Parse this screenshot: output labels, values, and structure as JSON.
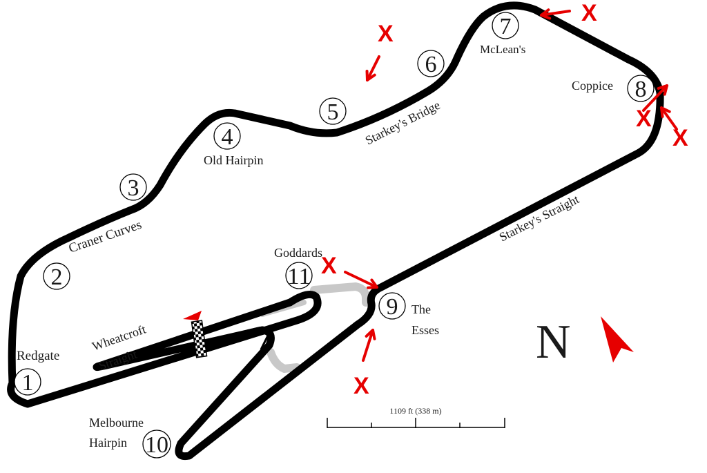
{
  "map": {
    "corners": [
      {
        "number": "1",
        "name": "Redgate"
      },
      {
        "number": "2",
        "name": ""
      },
      {
        "number": "3",
        "name": "Craner Curves"
      },
      {
        "number": "4",
        "name": "Old Hairpin"
      },
      {
        "number": "5",
        "name": ""
      },
      {
        "number": "6",
        "name": "Starkey's Bridge"
      },
      {
        "number": "7",
        "name": "McLean's"
      },
      {
        "number": "8",
        "name": "Coppice"
      },
      {
        "number": "9",
        "name": "The Esses"
      },
      {
        "number": "10",
        "name": "Melbourne Hairpin"
      },
      {
        "number": "11",
        "name": "Goddards"
      }
    ],
    "straights": [
      "Wheatcroft Straight",
      "Starkey's Straight"
    ],
    "scale_label": "1109 ft (338 m)",
    "north_label": "N",
    "marker_symbol": "X",
    "colors": {
      "track": "#000000",
      "old_section": "#c8c8c8",
      "annotation": "#e60000",
      "flag": "#e60000"
    },
    "icons": [
      "north-arrow-icon",
      "checkered-flag-icon",
      "start-flag-icon",
      "arrow-icon"
    ]
  }
}
